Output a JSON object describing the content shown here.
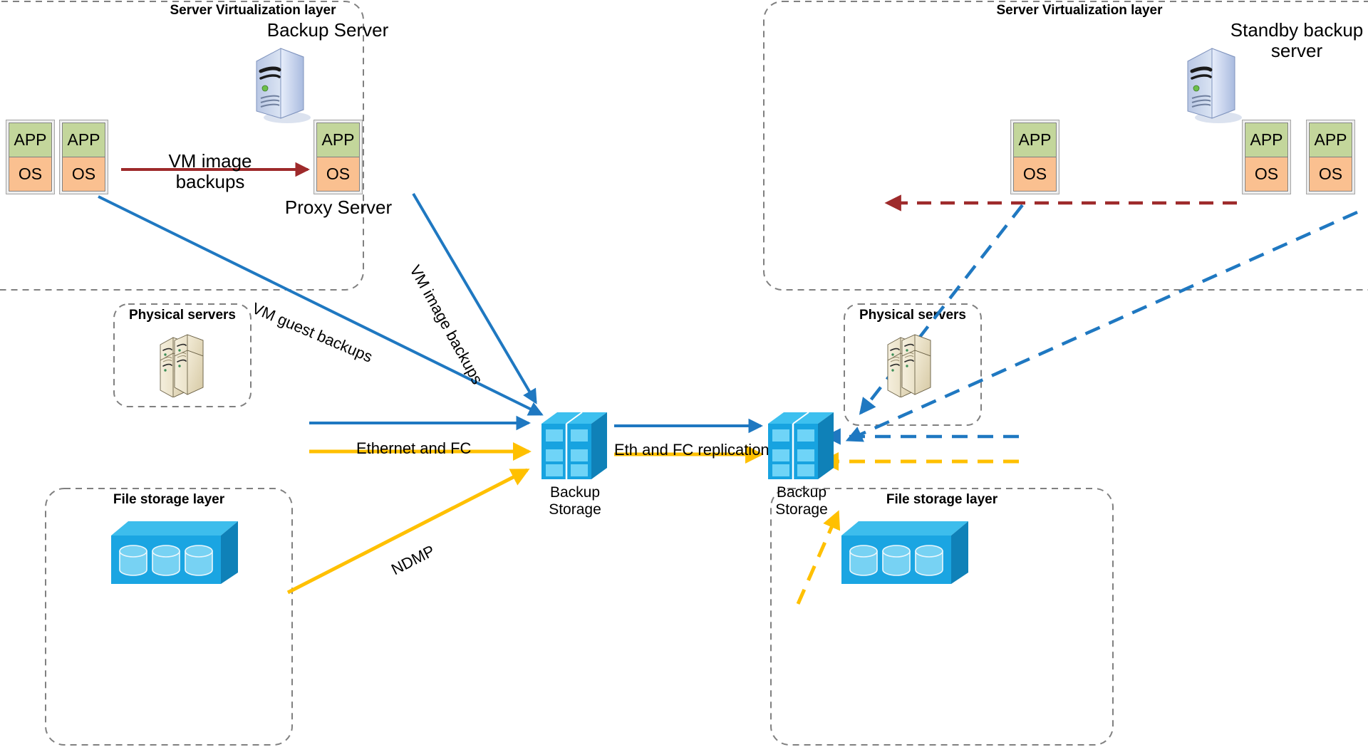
{
  "diagram": {
    "title": "Backup infrastructure replication diagram",
    "colors": {
      "vm_app": "#c3d69b",
      "vm_os": "#fac090",
      "blue": "#1f78c1",
      "yellow": "#ffc000",
      "dark_red": "#9e2a2b",
      "dashed_border": "#808080",
      "storage_blue": "#17a3e0",
      "storage_blue_dark": "#0f81b8"
    }
  },
  "groups": [
    {
      "id": "left-virt",
      "label": "Server Virtualization layer"
    },
    {
      "id": "right-virt",
      "label": "Server Virtualization layer"
    },
    {
      "id": "left-phys",
      "label": "Physical servers"
    },
    {
      "id": "right-phys",
      "label": "Physical servers"
    },
    {
      "id": "left-file",
      "label": "File storage layer"
    },
    {
      "id": "right-file",
      "label": "File storage layer"
    }
  ],
  "nodes": {
    "backup_server": {
      "label": "Backup Server"
    },
    "standby_server": {
      "label": "Standby backup\nserver"
    },
    "proxy_server": {
      "label": "Proxy Server"
    },
    "backup_storage_primary": {
      "label": "Backup\nStorage"
    },
    "backup_storage_secondary": {
      "label": "Backup\nStorage"
    }
  },
  "vm_label": {
    "app": "APP",
    "os": "OS"
  },
  "vms": {
    "left_source": [
      {
        "app": "APP",
        "os": "OS"
      },
      {
        "app": "APP",
        "os": "OS"
      }
    ],
    "left_proxy": [
      {
        "app": "APP",
        "os": "OS"
      }
    ],
    "right_target": [
      {
        "app": "APP",
        "os": "OS"
      }
    ],
    "right_source": [
      {
        "app": "APP",
        "os": "OS"
      },
      {
        "app": "APP",
        "os": "OS"
      }
    ]
  },
  "edges": [
    {
      "id": "vm-image-backups-left",
      "label": "VM image\nbackups",
      "color": "#9e2a2b",
      "style": "solid",
      "rotation": 0
    },
    {
      "id": "vm-guest-backups",
      "label": "VM guest backups",
      "color": "#1f78c1",
      "style": "solid",
      "rotation": 22
    },
    {
      "id": "vm-image-backups-proxy",
      "label": "VM image backups",
      "color": "#1f78c1",
      "style": "solid",
      "rotation": 62
    },
    {
      "id": "ethernet-and-fc",
      "label": "Ethernet and FC",
      "color": "#1f78c1",
      "style": "solid",
      "rotation": 0
    },
    {
      "id": "ndmp",
      "label": "NDMP",
      "color": "#ffc000",
      "style": "solid",
      "rotation": -28
    },
    {
      "id": "eth-fc-replication",
      "label": "Eth and FC replication",
      "color": "#1f78c1",
      "style": "solid",
      "rotation": 0
    },
    {
      "id": "vm-restore-right",
      "label": "",
      "color": "#9e2a2b",
      "style": "dashed",
      "rotation": 0
    }
  ],
  "edge_labels": {
    "vm_image_backups_left": "VM image\nbackups",
    "vm_guest_backups": "VM guest backups",
    "vm_image_backups_proxy": "VM image backups",
    "ethernet_and_fc": "Ethernet and FC",
    "ndmp": "NDMP",
    "eth_fc_replication": "Eth and FC replication"
  }
}
